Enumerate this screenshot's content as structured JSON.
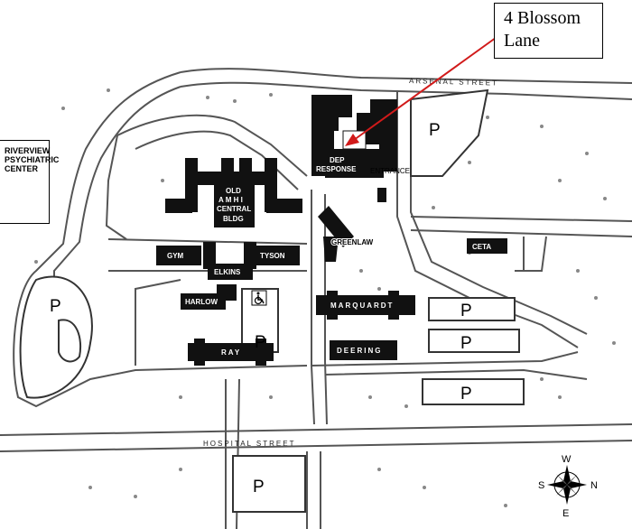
{
  "callout": {
    "line1": "4 Blossom",
    "line2": "Lane"
  },
  "campus_label": {
    "line1": "RIVERVIEW",
    "line2": "PSYCHIATRIC",
    "line3": "CENTER"
  },
  "streets": {
    "arsenal": "ARSENAL STREET",
    "hospital": "HOSPITAL STREET"
  },
  "buildings": {
    "dep_response_1": "DEP",
    "dep_response_2": "RESPONSE",
    "entrance": "ENTRANCE",
    "old_amhi_1": "OLD",
    "old_amhi_2": "A M H I",
    "old_amhi_3": "CENTRAL",
    "old_amhi_4": "BLDG",
    "greenlaw": "GREENLAW",
    "ceta": "CETA",
    "gym": "GYM",
    "tyson": "TYSON",
    "elkins": "ELKINS",
    "harlow": "HARLOW",
    "marquardt": "MARQUARDT",
    "deering": "DEERING",
    "ray": "RAY"
  },
  "parking_label": "P",
  "compass": {
    "n": "N",
    "s": "S",
    "e": "E",
    "w": "W"
  },
  "icons": {
    "accessibility": "wheelchair-icon",
    "compass": "compass-rose-icon"
  },
  "colors": {
    "buildings": "#111111",
    "roads": "#555555",
    "arrow": "#d11a1a"
  }
}
